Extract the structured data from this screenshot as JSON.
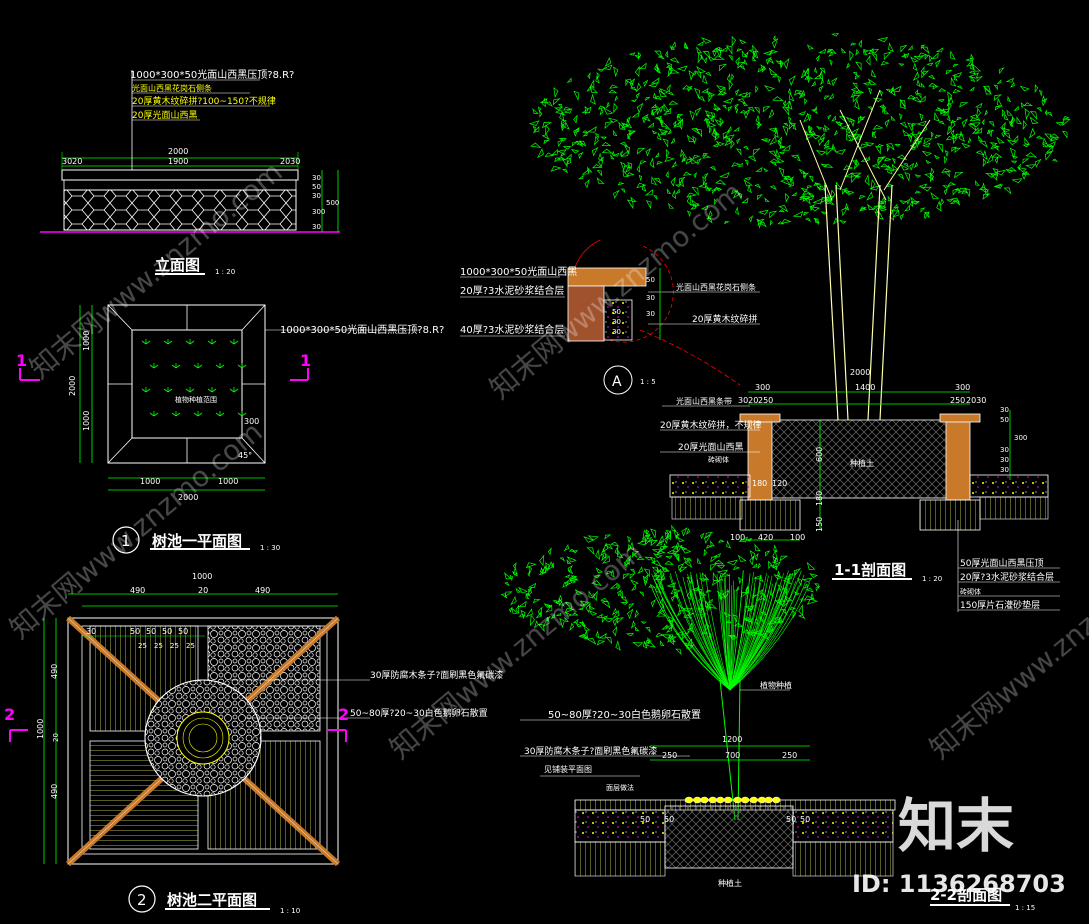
{
  "colors": {
    "background": "#000000",
    "dim": "#00ff00",
    "leader": "#ffffff",
    "section_mark": "#ff00ff",
    "outline": "#ffff00",
    "tree": "#00ff00",
    "trunk": "#ffffaa",
    "hatch": "#c87a2a"
  },
  "watermark": {
    "logo": "知末",
    "id": "ID: 1136268703",
    "text": "知末网www.znzmo.com"
  },
  "elevation": {
    "title": "立面图",
    "scale": "1 : 20",
    "notes": [
      "1000*300*50光面山西黑压顶?8.R?",
      "光面山西黑花岗石侧条",
      "20厚黄木纹碎拼?100~150?不规律",
      "20厚光面山西黑"
    ],
    "dims_top": [
      "2000",
      "3020",
      "1900",
      "2030"
    ],
    "dims_right": [
      "30",
      "50",
      "30",
      "500",
      "300",
      "30"
    ]
  },
  "plan1": {
    "title": "树池一平面图",
    "num": "1",
    "scale": "1 : 30",
    "note": "1000*300*50光面山西黑压顶?8.R?",
    "center_label": "植物种植范围",
    "dims_bottom": [
      "1000",
      "1000",
      "2000"
    ],
    "dims_left": [
      "2000",
      "1000",
      "1000"
    ],
    "dim_300": "300",
    "angle": "45°",
    "section_marks": [
      "1",
      "1"
    ]
  },
  "plan2": {
    "title": "树池二平面图",
    "num": "2",
    "scale": "1 : 10",
    "dims_top": [
      "1000",
      "490",
      "20",
      "490"
    ],
    "dims_sub": [
      "30",
      "50",
      "50",
      "50",
      "50",
      "25",
      "25",
      "25",
      "25"
    ],
    "dims_left": [
      "490",
      "1000",
      "20",
      "490"
    ],
    "note1": "30厚防腐木条子?面刷黑色氟碳漆",
    "note2": "50~80厚?20~30白色鹅卵石散置",
    "section_marks": [
      "2",
      "2"
    ]
  },
  "detailA": {
    "notes_left": [
      "1000*300*50光面山西黑",
      "20厚?3水泥砂浆结合层",
      "40厚?3水泥砂浆结合层"
    ],
    "notes_right": [
      "光面山西黑花岗石侧条",
      "20厚黄木纹碎拼"
    ],
    "dims": [
      "50",
      "30",
      "30",
      "50",
      "30",
      "30"
    ],
    "label": "A",
    "scale": "1 : 5"
  },
  "section1": {
    "title": "1-1剖面图",
    "scale": "1 : 20",
    "dims_top": [
      "2000",
      "300",
      "1400",
      "300",
      "3020",
      "250",
      "250",
      "2030"
    ],
    "notes_left": [
      "光面山西黑条带",
      "20厚黄木纹碎拼，不规律",
      "20厚光面山西黑",
      "砖砌体"
    ],
    "notes_bottom": [
      "50厚光面山西黑压顶",
      "20厚?3水泥砂浆结合层",
      "砖砌体",
      "150厚片石灌砂垫层"
    ],
    "dims_lower": [
      "100",
      "420",
      "100",
      "180",
      "120",
      "150",
      "180",
      "600"
    ],
    "dims_right": [
      "30",
      "50",
      "300",
      "30",
      "30",
      "30"
    ],
    "soil": "种植土"
  },
  "section2": {
    "title": "2-2剖面图",
    "scale": "1 : 15",
    "notes": [
      "50~80厚?20~30白色鹅卵石散置",
      "30厚防腐木条子?面刷黑色氟碳漆",
      "见铺装平面图",
      "植物种植"
    ],
    "dims": [
      "1200",
      "250",
      "700",
      "250",
      "50",
      "50",
      "50",
      "50"
    ],
    "soil": "种植土",
    "edge_note": "面层做法"
  }
}
